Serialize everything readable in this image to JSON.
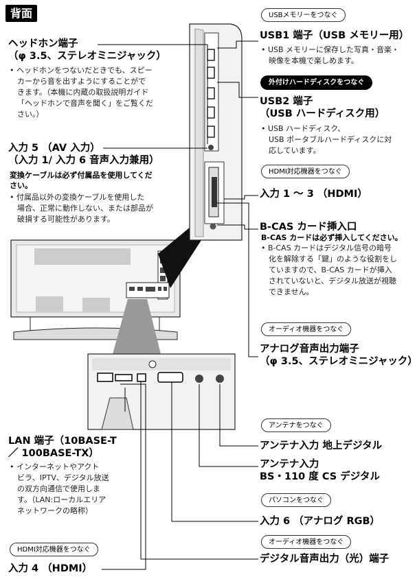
{
  "header": {
    "title": "背面"
  },
  "left": {
    "headphone": {
      "title1": "ヘッドホン端子",
      "title2": "（φ 3.5、ステレオミニジャック）",
      "lines": [
        "• ヘッドホンをつないだときでも、スピー",
        "カーから音を出すようにすることがで",
        "きます。（本機に内蔵の取扱説明ガイド",
        "「ヘッドホンで音声を聞く」をご覧くだ",
        "さい。）"
      ]
    },
    "av5": {
      "title1": "入力 5 （AV 入力）",
      "title2": "（入力 1/ 入力 6 音声入力兼用）",
      "note1": "変換ケーブルは必ず付属品を使用してくだ",
      "note2": "さい。",
      "lines": [
        "• 付属品以外の変換ケーブルを使用した",
        "場合、正常に動作しない、または部品が",
        "破損する可能性があります。"
      ]
    },
    "lan": {
      "title1": "LAN 端子（10BASE-T",
      "title2": "／ 100BASE-TX）",
      "lines": [
        "• インターネットやアクト",
        "ビラ、IPTV、デジタル放送",
        "の双方向通信で使用しま",
        "す。（LAN:ローカルエリア",
        "ネットワークの略称）"
      ]
    },
    "hdmi_pill": "HDMI対応機器をつなぐ",
    "input4": "入力 4 （HDMI）"
  },
  "right": {
    "usb_pill": "USBメモリーをつなぐ",
    "usb1": {
      "title": "USB1 端子（USB メモリー用）",
      "lines": [
        "• USB メモリーに保存した写真・音楽・",
        "映像を本機で楽しめます。"
      ]
    },
    "hdd_pill": "外付けハードディスクをつなぐ",
    "usb2": {
      "title1": "USB2 端子",
      "title2": "（USB ハードディスク用）",
      "lines": [
        "• USB ハードディスク、",
        "USB ポータブルハードディスクに対",
        "応しています。"
      ]
    },
    "hdmi_pill": "HDMI対応機器をつなぐ",
    "input13": "入力 1 ～ 3 （HDMI）",
    "bcas": {
      "title": "B-CAS カード挿入口",
      "note": "B-CAS カードは必ず挿入してください。",
      "lines": [
        "• B-CAS カードはデジタル信号の暗号",
        "化を解除する「鍵」のような役割をし",
        "ていますので、B-CAS カードが挿入",
        "されていないと、デジタル放送が視聴",
        "できません。"
      ]
    },
    "audio_pill1": "オーディオ機器をつなぐ",
    "analog": {
      "title1": "アナログ音声出力端子",
      "title2": "（φ 3.5、ステレオミニジャック）"
    },
    "antenna_pill": "アンテナをつなぐ",
    "ant_terrestrial": "アンテナ入力 地上デジタル",
    "ant_bs1": "アンテナ入力",
    "ant_bs2": "BS・110 度 CS デジタル",
    "pc_pill": "パソコンをつなぐ",
    "input6": "入力 6 （アナログ RGB）",
    "audio_pill2": "オーディオ機器をつなぐ",
    "digital": "デジタル音声出力（光）端子"
  }
}
